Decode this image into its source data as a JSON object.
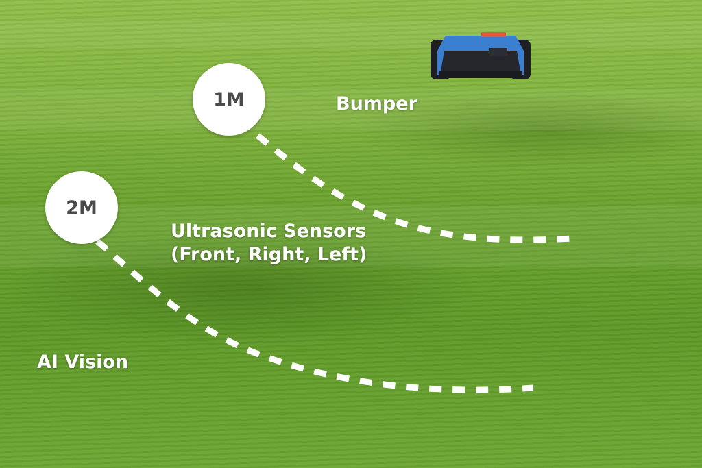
{
  "labels": {
    "one_meter": "1M",
    "two_meter": "2M",
    "bumper": "Bumper",
    "ultrasonic_line1": "Ultrasonic Sensors",
    "ultrasonic_line2": "(Front, Right, Left)",
    "ai_vision": "AI Vision"
  },
  "colors": {
    "robot_blue": "#3b7fd0",
    "robot_black": "#1e1f24",
    "accent_orange": "#e8563a"
  }
}
